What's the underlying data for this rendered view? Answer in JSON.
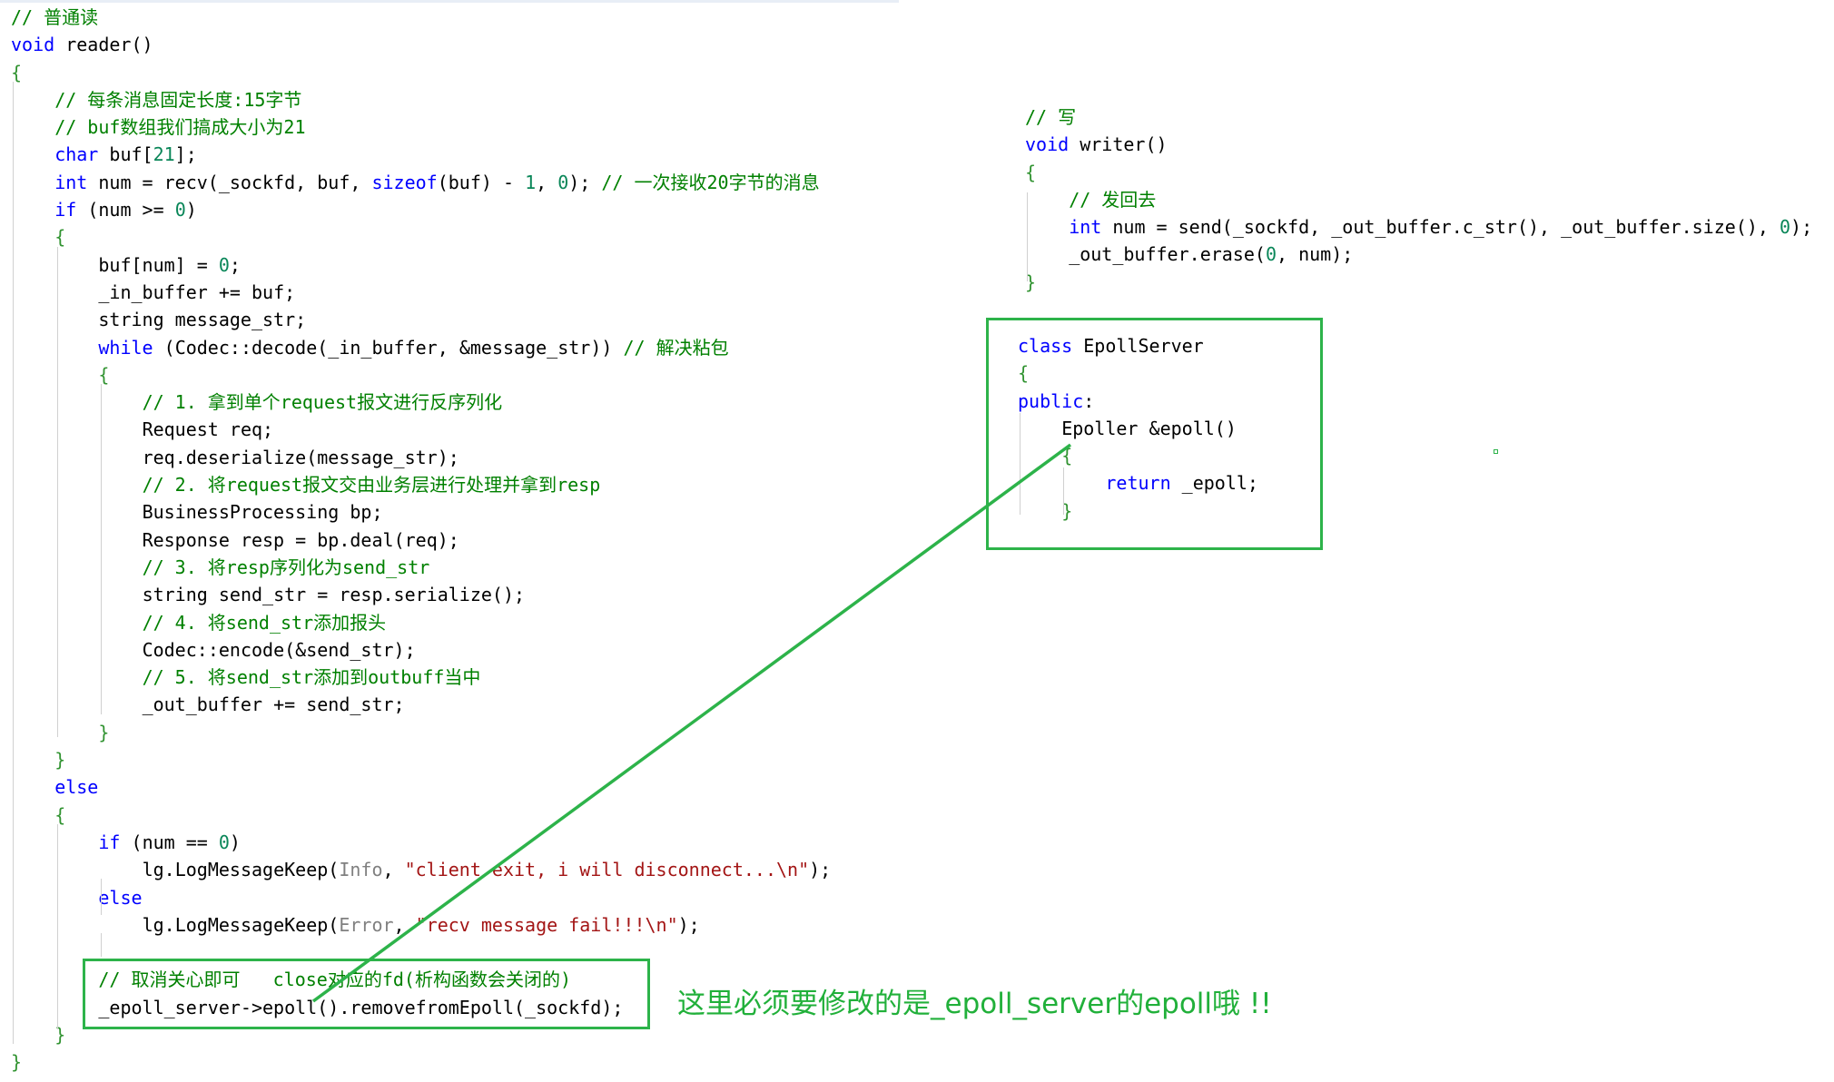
{
  "reader": {
    "lines": [
      "// 普通读",
      "void reader()",
      "{",
      "    // 每条消息固定长度:15字节",
      "    // buf数组我们搞成大小为21",
      "    char buf[21];",
      "    int num = recv(_sockfd, buf, sizeof(buf) - 1, 0); // 一次接收20字节的消息",
      "    if (num >= 0)",
      "    {",
      "        buf[num] = 0;",
      "        _in_buffer += buf;",
      "        string message_str;",
      "        while (Codec::decode(_in_buffer, &message_str)) // 解决粘包",
      "        {",
      "            // 1. 拿到单个request报文进行反序列化",
      "            Request req;",
      "            req.deserialize(message_str);",
      "            // 2. 将request报文交由业务层进行处理并拿到resp",
      "            BusinessProcessing bp;",
      "            Response resp = bp.deal(req);",
      "            // 3. 将resp序列化为send_str",
      "            string send_str = resp.serialize();",
      "            // 4. 将send_str添加报头",
      "            Codec::encode(&send_str);",
      "            // 5. 将send_str添加到outbuff当中",
      "            _out_buffer += send_str;",
      "        }",
      "    }",
      "    else",
      "    {",
      "        if (num == 0)",
      "            lg.LogMessageKeep(Info, \"client exit, i will disconnect...\\n\");",
      "        else",
      "            lg.LogMessageKeep(Error, \"recv message fail!!!\\n\");",
      "",
      "        // 取消关心即可   close对应的fd(析构函数会关闭的)",
      "        _epoll_server->epoll().removefromEpoll(_sockfd);",
      "    }",
      "}"
    ]
  },
  "writer": {
    "lines": [
      "// 写",
      "void writer()",
      "{",
      "    // 发回去",
      "    int num = send(_sockfd, _out_buffer.c_str(), _out_buffer.size(), 0);",
      "    _out_buffer.erase(0, num);",
      "}"
    ]
  },
  "epoll_class": {
    "lines": [
      "class EpollServer",
      "{",
      "public:",
      "    Epoller &epoll()",
      "    {",
      "        return _epoll;",
      "    }"
    ]
  },
  "annotation": {
    "text": "这里必须要修改的是_epoll_server的epoll哦 !!",
    "color": "#21b03a"
  },
  "colors": {
    "comment": "#008000",
    "keyword": "#0000ff",
    "number": "#098658",
    "string": "#a31515",
    "highlight_box": "#2db34a"
  }
}
